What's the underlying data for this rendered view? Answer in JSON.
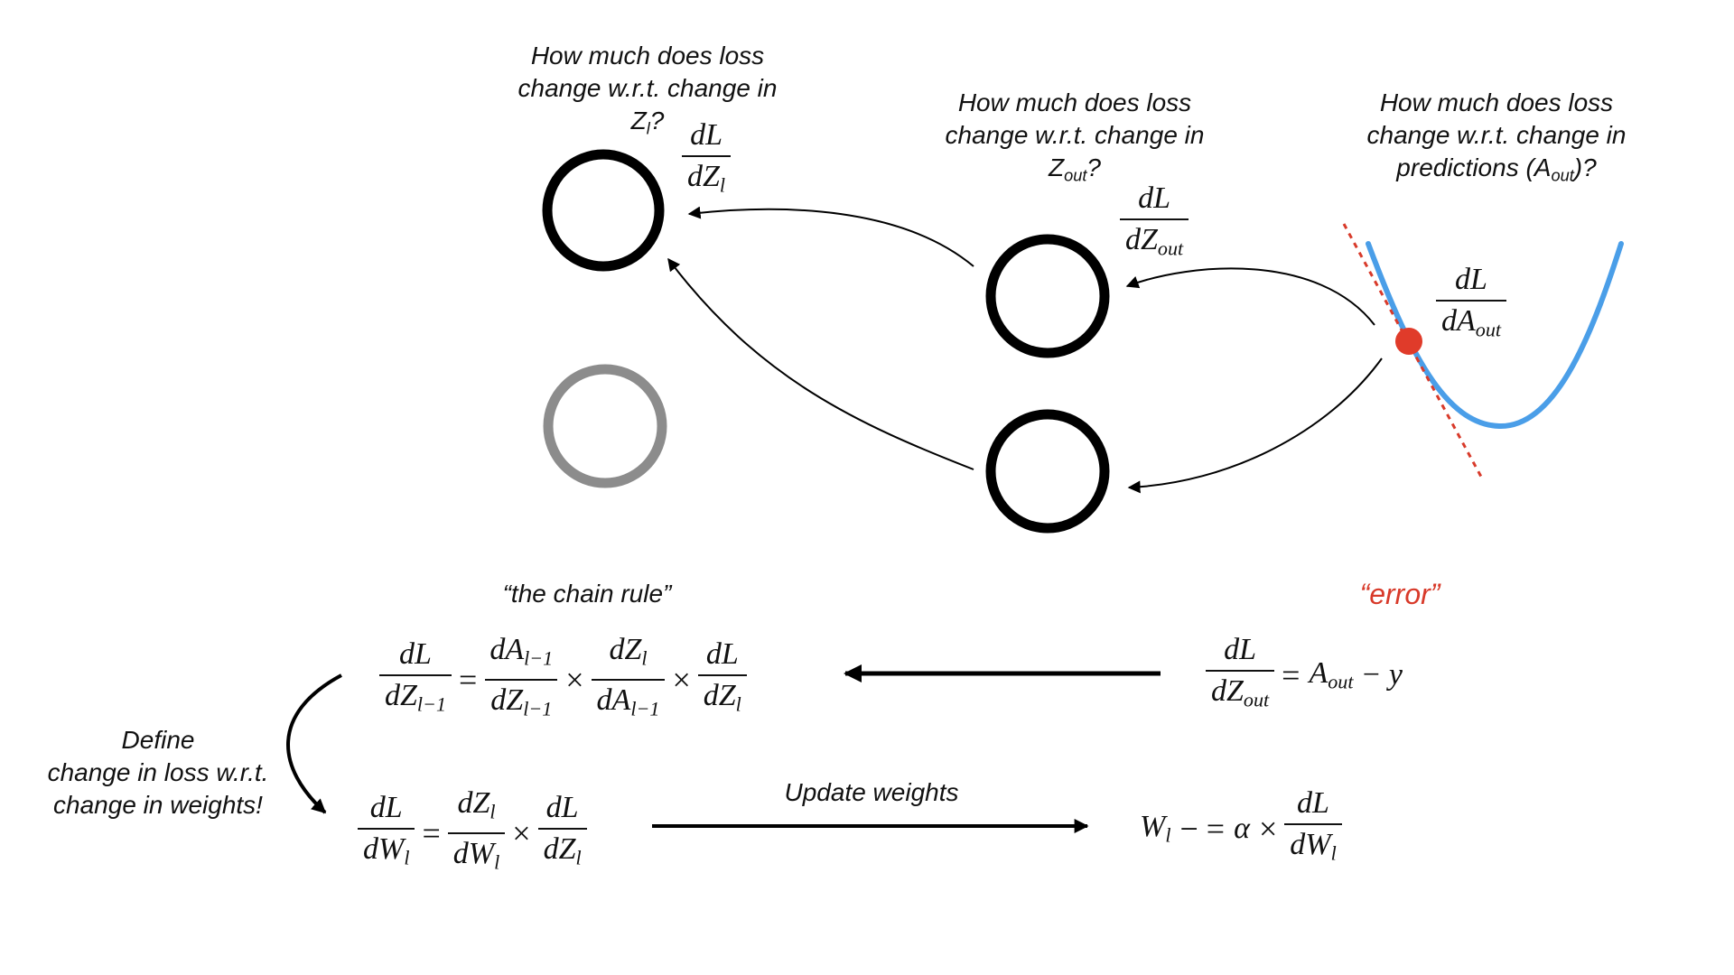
{
  "questions": {
    "q_zl": {
      "line1": "How much does loss",
      "line2": "change w.r.t. change in",
      "line3_var": "Z",
      "line3_sub": "l",
      "line3_tail": "?"
    },
    "q_zout": {
      "line1": "How much does loss",
      "line2": "change w.r.t. change in",
      "line3_var": "Z",
      "line3_sub": "out",
      "line3_tail": "?"
    },
    "q_aout": {
      "line1": "How much does loss",
      "line2": "change w.r.t. change in",
      "line3_pre": "predictions (A",
      "line3_sub": "out",
      "line3_tail": ")?"
    }
  },
  "labels": {
    "chain_rule": "“the chain rule”",
    "error": "“error”",
    "define_line1": "Define",
    "define_line2": "change in loss w.r.t.",
    "define_line3": "change in weights!",
    "update": "Update weights"
  },
  "symbols": {
    "dL": "dL",
    "dZ": "dZ",
    "dA": "dA",
    "dW": "dW",
    "W": "W",
    "A": "A",
    "y": "y",
    "alpha": "α",
    "sub_l": "l",
    "sub_out": "out",
    "sub_lm1": "l−1",
    "times": "×",
    "equals": "=",
    "minus": "−",
    "minus_eq": "− =",
    "minus_y": "− y"
  },
  "colors": {
    "node_active": "#000000",
    "node_inactive": "#8c8c8c",
    "loss_curve": "#4a9ee8",
    "tangent": "#d83a2a",
    "point": "#e03b2a",
    "error_text": "#d83a2a"
  }
}
